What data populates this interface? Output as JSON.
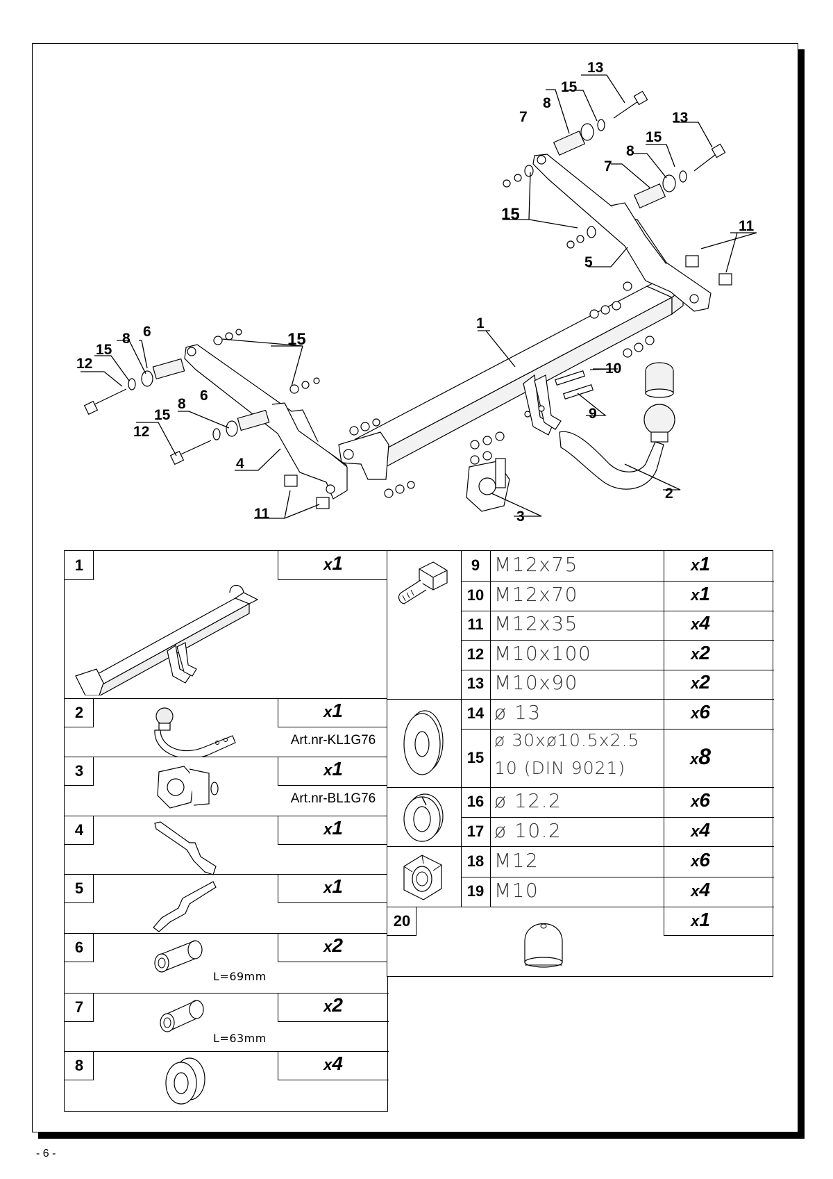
{
  "page_number": "- 6 -",
  "callouts": [
    "1",
    "2",
    "3",
    "4",
    "5",
    "6",
    "6",
    "7",
    "7",
    "8",
    "8",
    "8",
    "8",
    "9",
    "10",
    "11",
    "11",
    "12",
    "12",
    "13",
    "13",
    "15",
    "15",
    "15",
    "15",
    "15",
    "15"
  ],
  "parts_left": [
    {
      "no": "1",
      "qty_prefix": "x",
      "qty": "1",
      "art": "",
      "length": ""
    },
    {
      "no": "2",
      "qty_prefix": "x",
      "qty": "1",
      "art": "Art.nr-KL1G76",
      "length": ""
    },
    {
      "no": "3",
      "qty_prefix": "x",
      "qty": "1",
      "art": "Art.nr-BL1G76",
      "length": ""
    },
    {
      "no": "4",
      "qty_prefix": "x",
      "qty": "1",
      "art": "",
      "length": ""
    },
    {
      "no": "5",
      "qty_prefix": "x",
      "qty": "1",
      "art": "",
      "length": ""
    },
    {
      "no": "6",
      "qty_prefix": "x",
      "qty": "2",
      "art": "",
      "length": "L=69mm"
    },
    {
      "no": "7",
      "qty_prefix": "x",
      "qty": "2",
      "art": "",
      "length": "L=63mm"
    },
    {
      "no": "8",
      "qty_prefix": "x",
      "qty": "4",
      "art": "",
      "length": ""
    }
  ],
  "parts_right": [
    {
      "no": "9",
      "spec": "M12x75",
      "qty_prefix": "x",
      "qty": "1"
    },
    {
      "no": "10",
      "spec": "M12x70",
      "qty_prefix": "x",
      "qty": "1"
    },
    {
      "no": "11",
      "spec": "M12x35",
      "qty_prefix": "x",
      "qty": "4"
    },
    {
      "no": "12",
      "spec": "M10x100",
      "qty_prefix": "x",
      "qty": "2"
    },
    {
      "no": "13",
      "spec": "M10x90",
      "qty_prefix": "x",
      "qty": "2"
    },
    {
      "no": "14",
      "spec": "ø 13",
      "qty_prefix": "x",
      "qty": "6"
    },
    {
      "no": "15",
      "spec": "ø 30xø10.5x2.5",
      "spec2": "10   (DIN 9021)",
      "qty_prefix": "x",
      "qty": "8"
    },
    {
      "no": "16",
      "spec": "ø 12.2",
      "qty_prefix": "x",
      "qty": "6"
    },
    {
      "no": "17",
      "spec": "ø 10.2",
      "qty_prefix": "x",
      "qty": "4"
    },
    {
      "no": "18",
      "spec": "M12",
      "qty_prefix": "x",
      "qty": "6"
    },
    {
      "no": "19",
      "spec": "M10",
      "qty_prefix": "x",
      "qty": "4"
    },
    {
      "no": "20",
      "spec": "",
      "qty_prefix": "x",
      "qty": "1"
    }
  ]
}
